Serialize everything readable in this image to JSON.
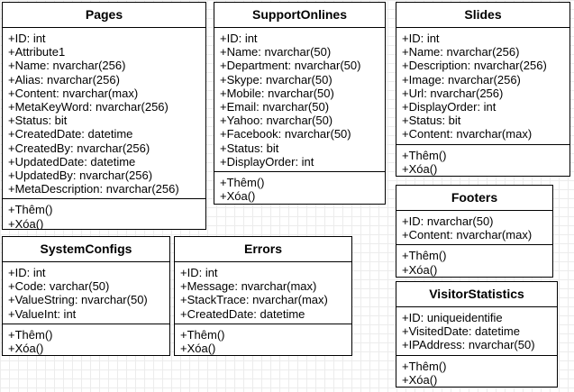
{
  "classes": [
    {
      "id": "pages",
      "name": "Pages",
      "attributes": [
        "+ID: int",
        "+Attribute1",
        "+Name: nvarchar(256)",
        "+Alias: nvarchar(256)",
        "+Content: nvarchar(max)",
        "+MetaKeyWord: nvarchar(256)",
        "+Status: bit",
        "+CreatedDate: datetime",
        "+CreatedBy: nvarchar(256)",
        "+UpdatedDate: datetime",
        "+UpdatedBy: nvarchar(256)",
        "+MetaDescription: nvarchar(256)"
      ],
      "operations": [
        "+Thêm()",
        "+Xóa()"
      ]
    },
    {
      "id": "supportonlines",
      "name": "SupportOnlines",
      "attributes": [
        "+ID: int",
        "+Name: nvarchar(50)",
        "+Department: nvarchar(50)",
        "+Skype: nvarchar(50)",
        "+Mobile: nvarchar(50)",
        "+Email: nvarchar(50)",
        "+Yahoo: nvarchar(50)",
        "+Facebook: nvarchar(50)",
        "+Status: bit",
        "+DisplayOrder: int"
      ],
      "operations": [
        "+Thêm()",
        "+Xóa()"
      ]
    },
    {
      "id": "slides",
      "name": "Slides",
      "attributes": [
        "+ID: int",
        "+Name: nvarchar(256)",
        "+Description: nvarchar(256)",
        "+Image: nvarchar(256)",
        "+Url: nvarchar(256)",
        "+DisplayOrder: int",
        "+Status: bit",
        "+Content: nvarchar(max)"
      ],
      "operations": [
        "+Thêm()",
        "+Xóa()"
      ]
    },
    {
      "id": "footers",
      "name": "Footers",
      "attributes": [
        "+ID: nvarchar(50)",
        "+Content: nvarchar(max)"
      ],
      "operations": [
        "+Thêm()",
        "+Xóa()"
      ]
    },
    {
      "id": "systemconfigs",
      "name": "SystemConfigs",
      "attributes": [
        "+ID: int",
        "+Code: varchar(50)",
        "+ValueString: nvarchar(50)",
        "+ValueInt: int"
      ],
      "operations": [
        "+Thêm()",
        "+Xóa()"
      ]
    },
    {
      "id": "errors",
      "name": "Errors",
      "attributes": [
        "+ID: int",
        "+Message: nvarchar(max)",
        "+StackTrace: nvarchar(max)",
        "+CreatedDate: datetime"
      ],
      "operations": [
        "+Thêm()",
        "+Xóa()"
      ]
    },
    {
      "id": "visitorstatistics",
      "name": "VisitorStatistics",
      "attributes": [
        "+ID: uniqueidentifie",
        "+VisitedDate: datetime",
        "+IPAddress: nvarchar(50)"
      ],
      "operations": [
        "+Thêm()",
        "+Xóa()"
      ]
    }
  ]
}
